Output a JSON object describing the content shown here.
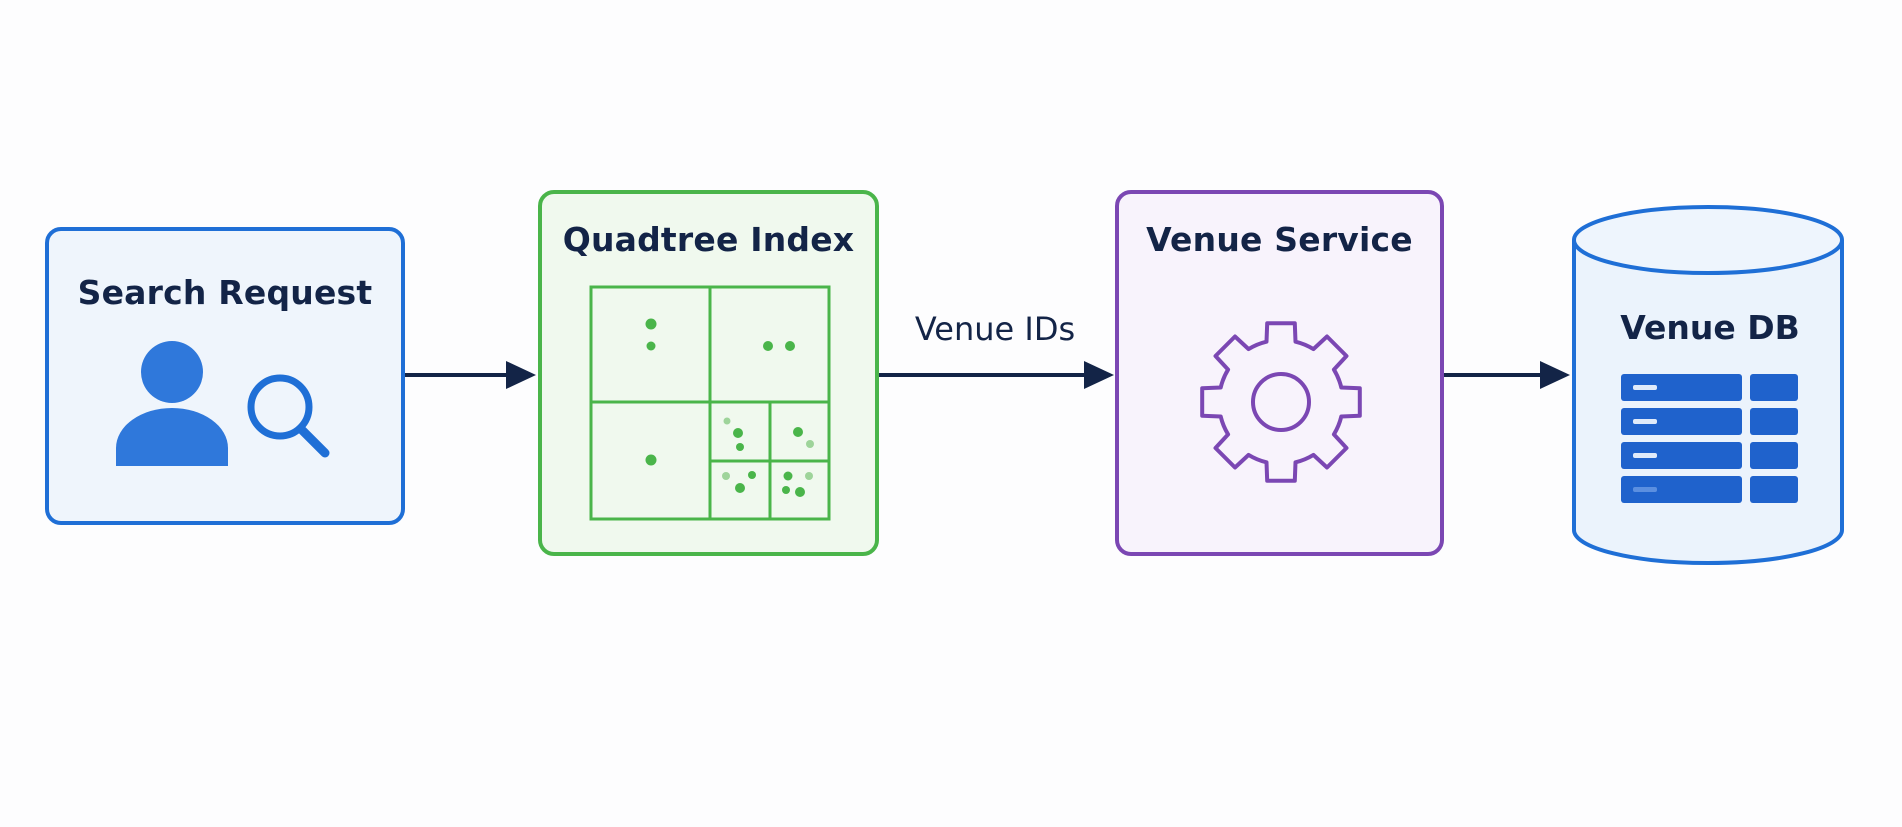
{
  "nodes": {
    "search_request": {
      "label": "Search Request",
      "icon": "user-search-icon"
    },
    "quadtree_index": {
      "label": "Quadtree Index",
      "icon": "quadtree-grid-icon"
    },
    "venue_service": {
      "label": "Venue Service",
      "icon": "gear-icon"
    },
    "venue_db": {
      "label": "Venue DB",
      "icon": "database-table-icon"
    }
  },
  "edges": [
    {
      "from": "search_request",
      "to": "quadtree_index",
      "label": ""
    },
    {
      "from": "quadtree_index",
      "to": "venue_service",
      "label": "Venue IDs"
    },
    {
      "from": "venue_service",
      "to": "venue_db",
      "label": ""
    }
  ],
  "colors": {
    "search_border": "#1f6fd6",
    "quadtree_border": "#4ab54a",
    "service_border": "#7b47b3",
    "db_border": "#1f6fd6",
    "arrow": "#132447",
    "text": "#132447"
  }
}
